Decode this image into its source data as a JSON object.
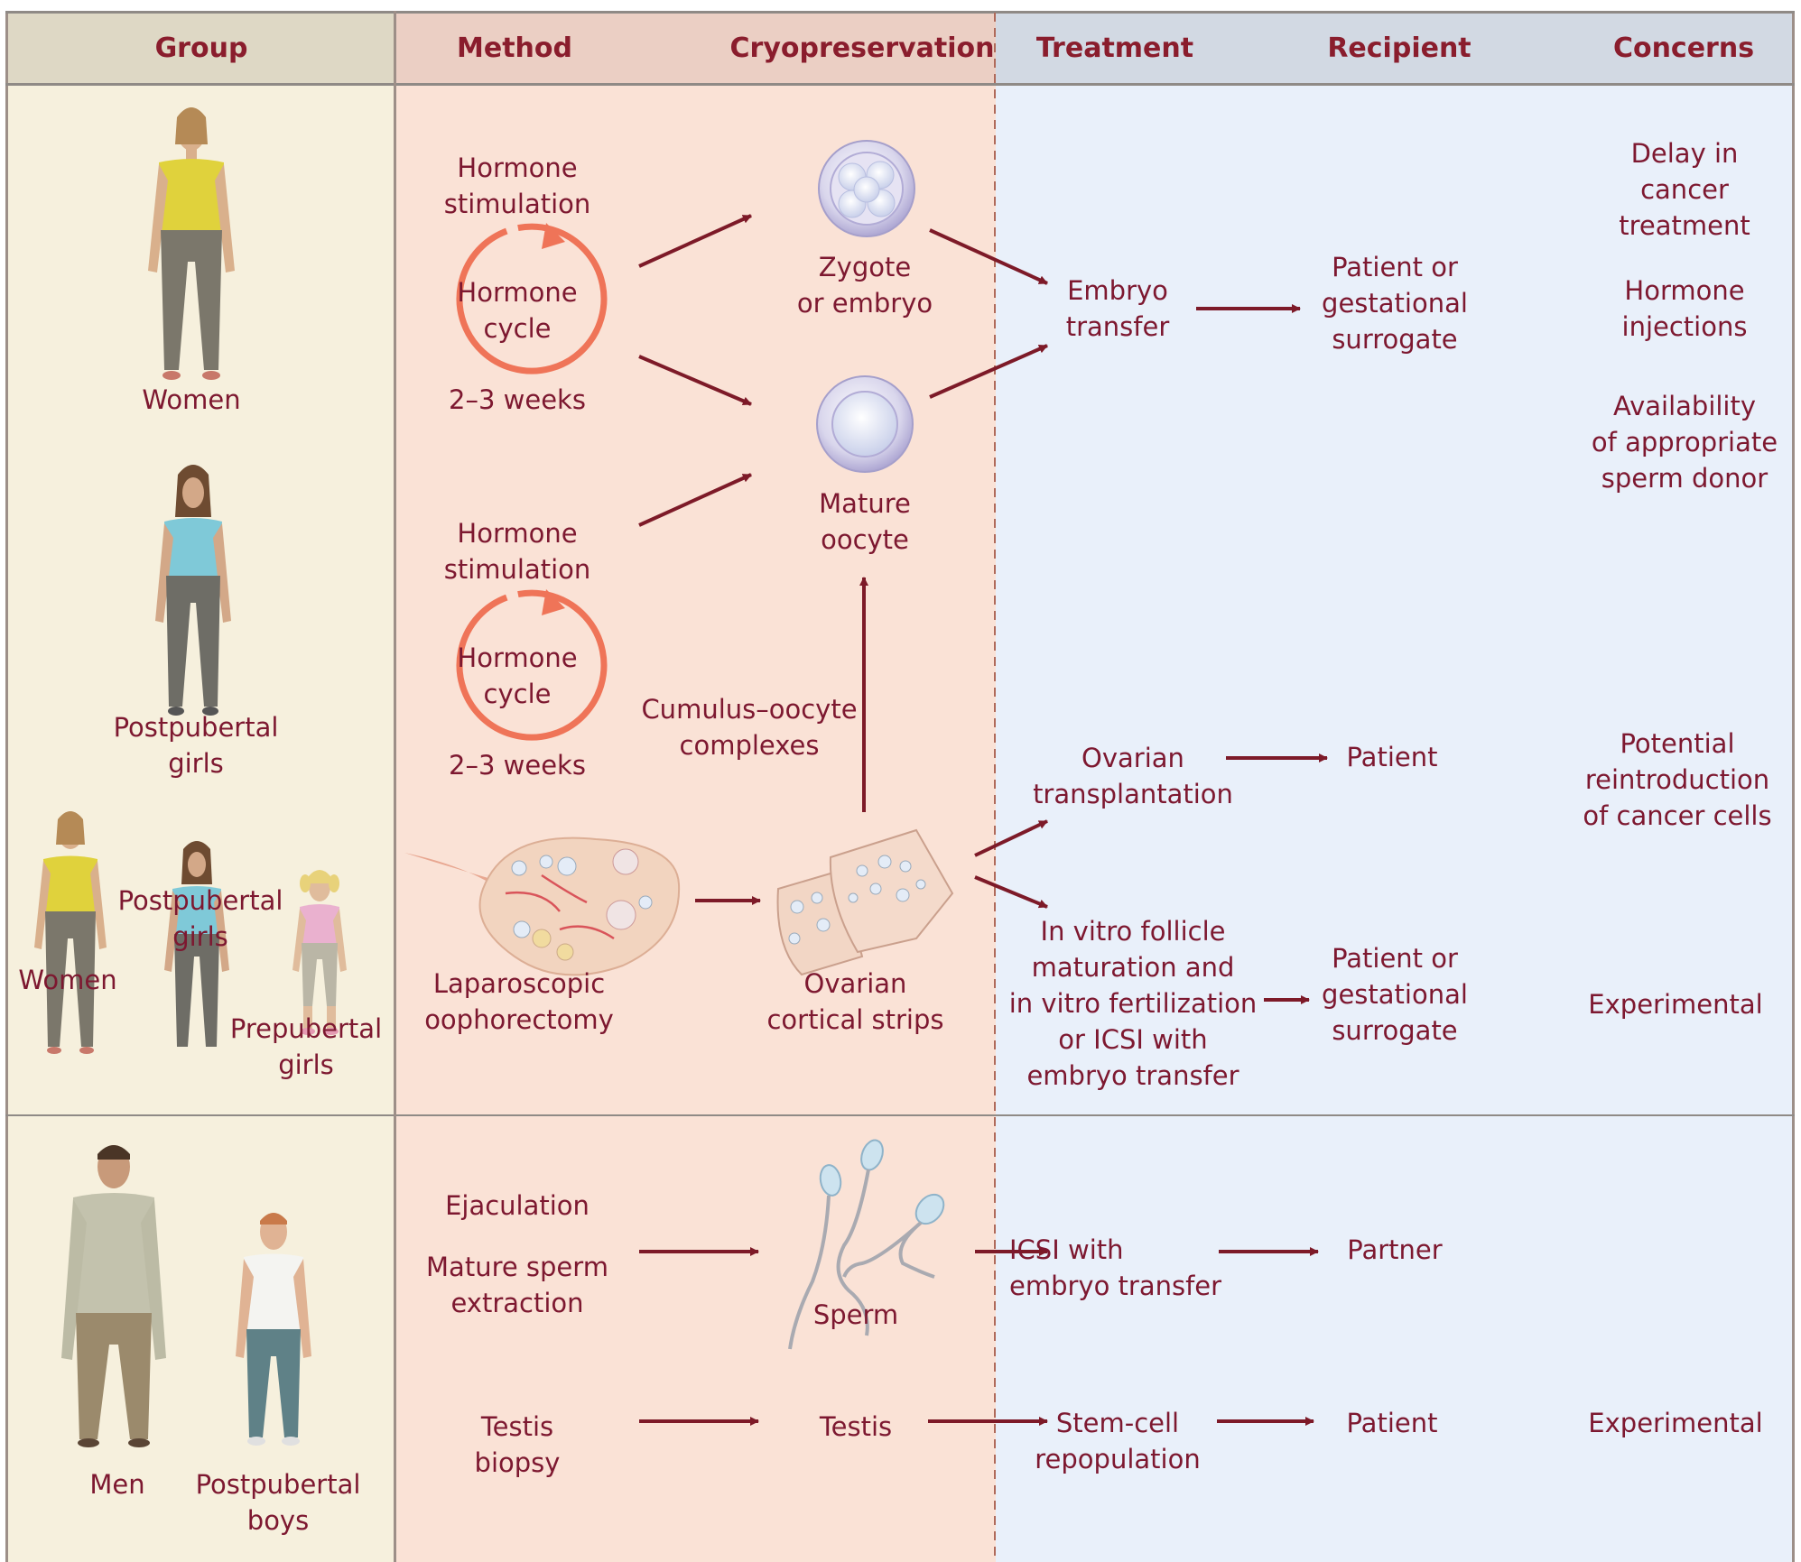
{
  "header": {
    "group": "Group",
    "method": "Method",
    "cryopreservation": "Cryopreservation",
    "treatment": "Treatment",
    "recipient": "Recipient",
    "concerns": "Concerns"
  },
  "female": {
    "group_labels": {
      "women_top": "Women",
      "postpubertal_girls": "Postpubertal\ngirls",
      "women_bottom": "Women",
      "postpubertal_girls_bottom": "Postpubertal\ngirls",
      "prepubertal_girls": "Prepubertal\ngirls"
    },
    "methods": {
      "hormone_stimulation_1": "Hormone\nstimulation",
      "hormone_cycle_1": "Hormone\ncycle",
      "weeks_1": "2–3 weeks",
      "hormone_stimulation_2": "Hormone\nstimulation",
      "hormone_cycle_2": "Hormone\ncycle",
      "weeks_2": "2–3 weeks",
      "laparoscopic": "Laparoscopic\noophorectomy"
    },
    "cryo": {
      "zygote": "Zygote\nor embryo",
      "oocyte": "Mature\noocyte",
      "cumulus": "Cumulus–oocyte\ncomplexes",
      "ovarian_strips": "Ovarian\ncortical strips"
    },
    "treatment": {
      "embryo_transfer": "Embryo\ntransfer",
      "ovarian_transplantation": "Ovarian\ntransplantation",
      "ivf": "In vitro follicle\nmaturation and\nin vitro fertilization\nor ICSI with\nembryo transfer"
    },
    "recipient": {
      "patient_or_surrogate_1": "Patient or\ngestational\nsurrogate",
      "patient": "Patient",
      "patient_or_surrogate_2": "Patient or\ngestational\nsurrogate"
    },
    "concerns": {
      "delay": "Delay in\ncancer\ntreatment",
      "hormone_injections": "Hormone\ninjections",
      "donor": "Availability\nof appropriate\nsperm donor",
      "reintroduction": "Potential\nreintroduction\nof cancer cells",
      "experimental": "Experimental"
    }
  },
  "male": {
    "group_labels": {
      "men": "Men",
      "postpubertal_boys": "Postpubertal\nboys"
    },
    "methods": {
      "ejaculation": "Ejaculation",
      "sperm_extraction": "Mature sperm\nextraction",
      "testis_biopsy": "Testis\nbiopsy"
    },
    "cryo": {
      "sperm": "Sperm",
      "testis": "Testis"
    },
    "treatment": {
      "icsi": "ICSI with\nembryo transfer",
      "stem_cell": "Stem-cell\nrepopulation"
    },
    "recipient": {
      "partner": "Partner",
      "patient": "Patient"
    },
    "concerns": {
      "experimental": "Experimental"
    }
  },
  "colors": {
    "group_bg": "#f6f0dd",
    "method_bg": "#fae2d6",
    "treatment_bg": "#e9f0fa",
    "group_header": "#ded8c5",
    "method_header": "#ebcfc4",
    "treatment_header": "#d2d9e3",
    "text": "#7d1830",
    "arrow": "#7d1a28",
    "cycle": "#ef7458"
  }
}
